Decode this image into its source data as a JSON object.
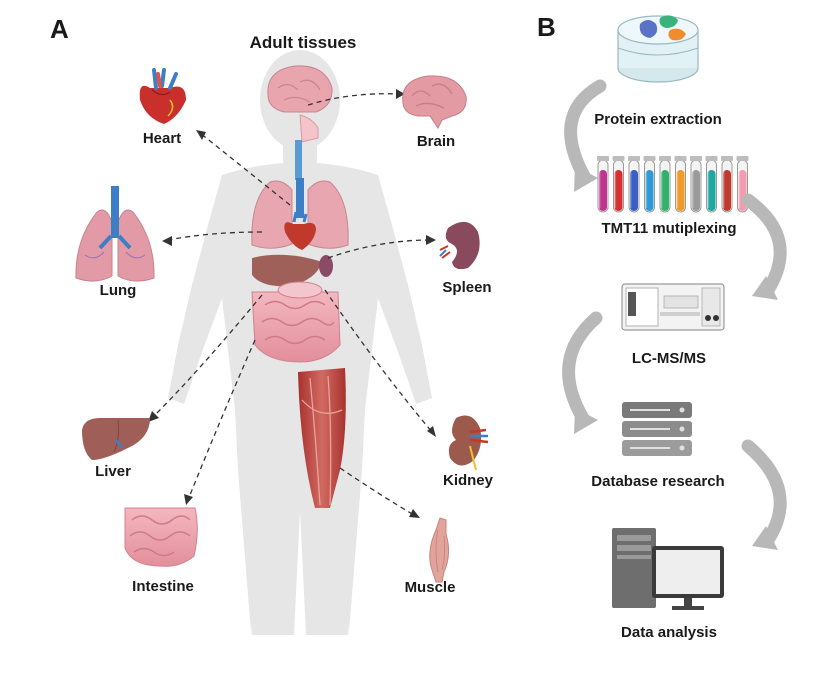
{
  "panel_a": {
    "letter": "A",
    "title": "Adult tissues",
    "tissues": {
      "heart": "Heart",
      "brain": "Brain",
      "lung": "Lung",
      "spleen": "Spleen",
      "liver": "Liver",
      "kidney": "Kidney",
      "intestine": "Intestine",
      "muscle": "Muscle"
    }
  },
  "panel_b": {
    "letter": "B",
    "steps": [
      {
        "label": "Protein extraction",
        "icon": "petri-dish-icon"
      },
      {
        "label": "TMT11 mutiplexing",
        "icon": "test-tubes-icon"
      },
      {
        "label": "LC-MS/MS",
        "icon": "mass-spectrometer-icon"
      },
      {
        "label": "Database research",
        "icon": "database-icon"
      },
      {
        "label": "Data analysis",
        "icon": "computer-icon"
      }
    ],
    "tube_colors": [
      "#c2338f",
      "#d63031",
      "#3a5fc4",
      "#2e9bd6",
      "#2fb36a",
      "#f09a2a",
      "#9a9a9a",
      "#1fa7a0",
      "#c0392b",
      "#f39bb0"
    ]
  },
  "colors": {
    "body_silhouette": "#e6e6e6",
    "process_arrow": "#b8b8b8",
    "organ_pink": "#e59aa6",
    "muscle_red": "#c8534f"
  }
}
